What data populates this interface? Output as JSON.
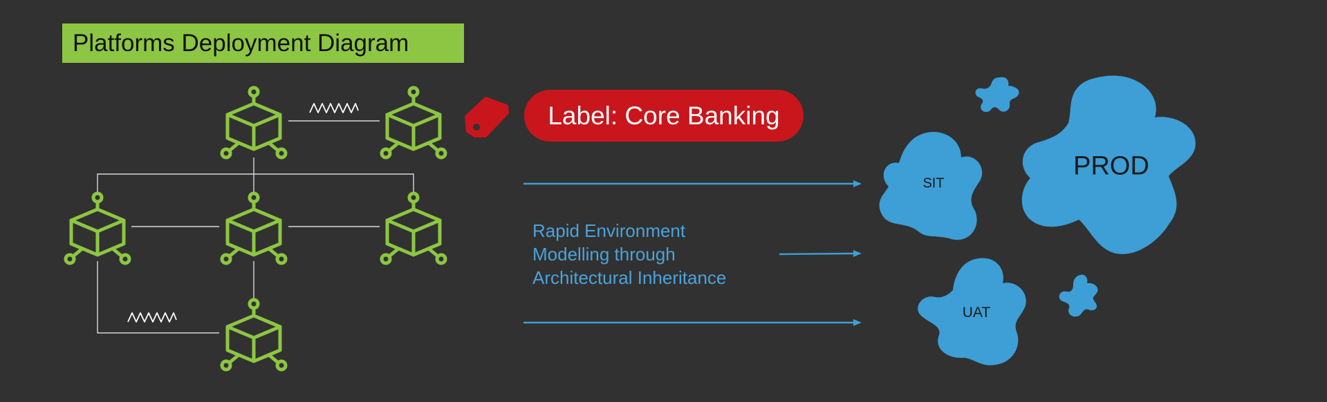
{
  "title": "Platforms Deployment Diagram",
  "tag_label": "Label: Core Banking",
  "caption_lines": [
    "Rapid Environment",
    "Modelling through",
    "Architectural Inheritance"
  ],
  "environments": {
    "sit": "SIT",
    "uat": "UAT",
    "prod": "PROD"
  },
  "colors": {
    "background": "#313131",
    "node_green": "#8dc642",
    "tag_red": "#c8161c",
    "blob_blue": "#3d9fd6",
    "caption_blue": "#4aa3dc",
    "connector": "#d9d9d9"
  },
  "icons": {
    "node": "network-cube-icon",
    "tag": "price-tag-icon",
    "link": "zigzag-link-icon",
    "environment": "splash-blob-icon"
  }
}
